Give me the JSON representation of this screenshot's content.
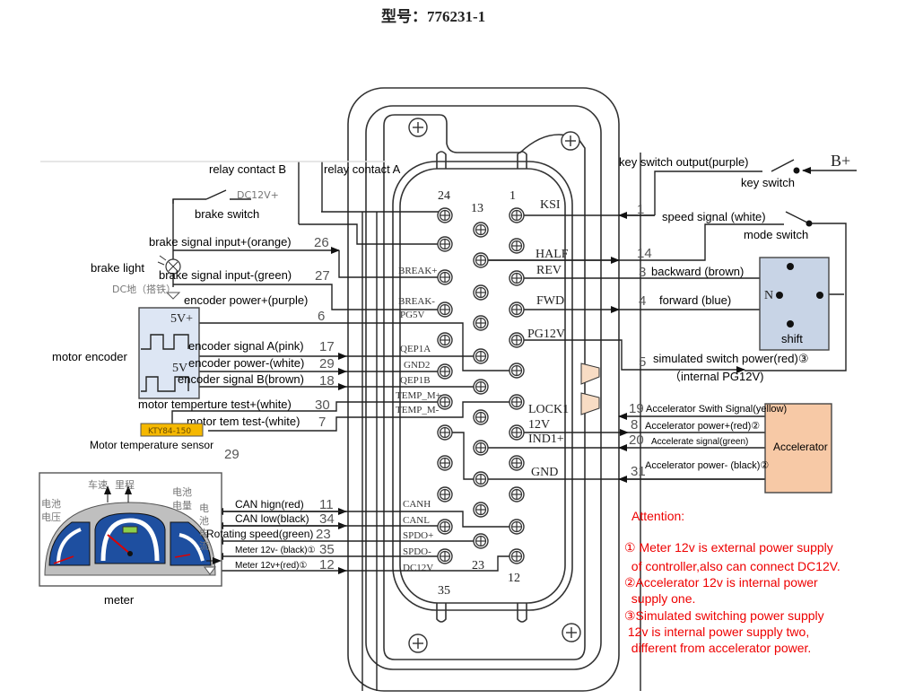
{
  "title": "型号：776231-1",
  "colors": {
    "encoder_box": "#dde6f4",
    "shift_box": "#c8d4e6",
    "accelerator_box": "#f7c9a6",
    "temp_sensor": "#f5b800",
    "attention_text": "#e00000",
    "meter_blue": "#1e4fa0",
    "meter_gray": "#bfbfbf"
  },
  "connector": {
    "top_numbers": {
      "pin24": "24",
      "pin13": "13",
      "pin1": "1"
    },
    "bottom_numbers": {
      "pin35": "35",
      "pin23": "23",
      "pin12": "12"
    },
    "left_pin_labels": [
      "BREAK+",
      "BREAK-",
      "PG5V",
      "QEP1A",
      "GND2",
      "QEP1B",
      "TEMP_M+",
      "TEMP_M-",
      "CANH",
      "CANL",
      "SPDO+",
      "SPDO-",
      "DC12V"
    ],
    "right_pin_labels": [
      "KSI",
      "HALF",
      "REV",
      "FWD",
      "PG12V",
      "LOCK1",
      "12V",
      "IND1+",
      "GND"
    ]
  },
  "left": {
    "relay_b": "relay contact B",
    "relay_a": "relay contact A",
    "dc12v": "DC12V+",
    "brake_switch": "brake switch",
    "brake_light": "brake light",
    "dc_ground": "DC地（搭铁）",
    "brake_in_plus": "brake signal input+(orange)",
    "brake_in_plus_pin": "26",
    "brake_in_minus": "brake signal input-(green)",
    "brake_in_minus_pin": "27",
    "enc_power_plus": "encoder power+(purple)",
    "enc_power_plus_pin": "6",
    "motor_encoder": "motor encoder",
    "enc_5v_plus": "5V+",
    "enc_5v": "5V",
    "enc_sig_a": "encoder signal A(pink)",
    "enc_sig_a_pin": "17",
    "enc_power_minus": "encoder power-(white)",
    "enc_power_minus_pin": "29",
    "enc_sig_b": "encoder signal B(brown)",
    "enc_sig_b_pin": "18",
    "temp_plus": "motor temperture test+(white)",
    "temp_plus_pin": "30",
    "temp_minus": "motor tem test-(white)",
    "temp_minus_pin": "7",
    "sensor_part": "KTY84-150",
    "sensor_label": "Motor temperature sensor",
    "sensor_pin": "29"
  },
  "meter": {
    "label": "meter",
    "cn_speed": "车速",
    "cn_mileage": "里程",
    "cn_voltage_1": "电池",
    "cn_voltage_2": "电压",
    "cn_charge_1": "电池",
    "cn_charge_2": "电量",
    "cn_current": [
      "电",
      "池",
      "电",
      "流"
    ],
    "can_high": "CAN hign(red)",
    "can_high_pin": "11",
    "can_low": "CAN low(black)",
    "can_low_pin": "34",
    "rot_speed": "Rotating speed(green)",
    "rot_speed_pin": "23",
    "meter_minus": "Meter 12v- (black)①",
    "meter_minus_pin": "35",
    "meter_plus": "Meter 12v+(red)①",
    "meter_plus_pin": "12"
  },
  "right": {
    "key_out": "key switch output(purple)",
    "b_plus": "B+",
    "key_switch": "key switch",
    "key_pin": "1",
    "speed_signal": "speed signal (white)",
    "mode_switch": "mode switch",
    "speed_pin": "14",
    "backward": "backward (brown)",
    "backward_pin": "3",
    "forward": "forward (blue)",
    "forward_pin": "4",
    "shift_n": "N",
    "shift": "shift",
    "sim_power": "simulated switch power(red)③",
    "sim_power_pin": "5",
    "sim_power_note": "（internal PG12V)",
    "acc_switch": "Accelerator Swith Signal(yellow)",
    "acc_switch_pin": "19",
    "acc_power_plus": "Accelerator power+(red)②",
    "acc_power_plus_pin": "8",
    "acc_signal": "Accelerate signal(green)",
    "acc_signal_pin": "20",
    "acc_power_minus": "Accelerator power- (black)②",
    "acc_power_minus_pin": "31",
    "accelerator": "Accelerator"
  },
  "attention": {
    "heading": "Attention:",
    "lines": [
      "① Meter 12v is external power supply",
      "  of controller,also can connect DC12V.",
      "②Accelerator 12v is internal power",
      "  supply one.",
      "③Simulated switching power supply",
      " 12v is internal power supply two,",
      "  different from accelerator power."
    ]
  }
}
